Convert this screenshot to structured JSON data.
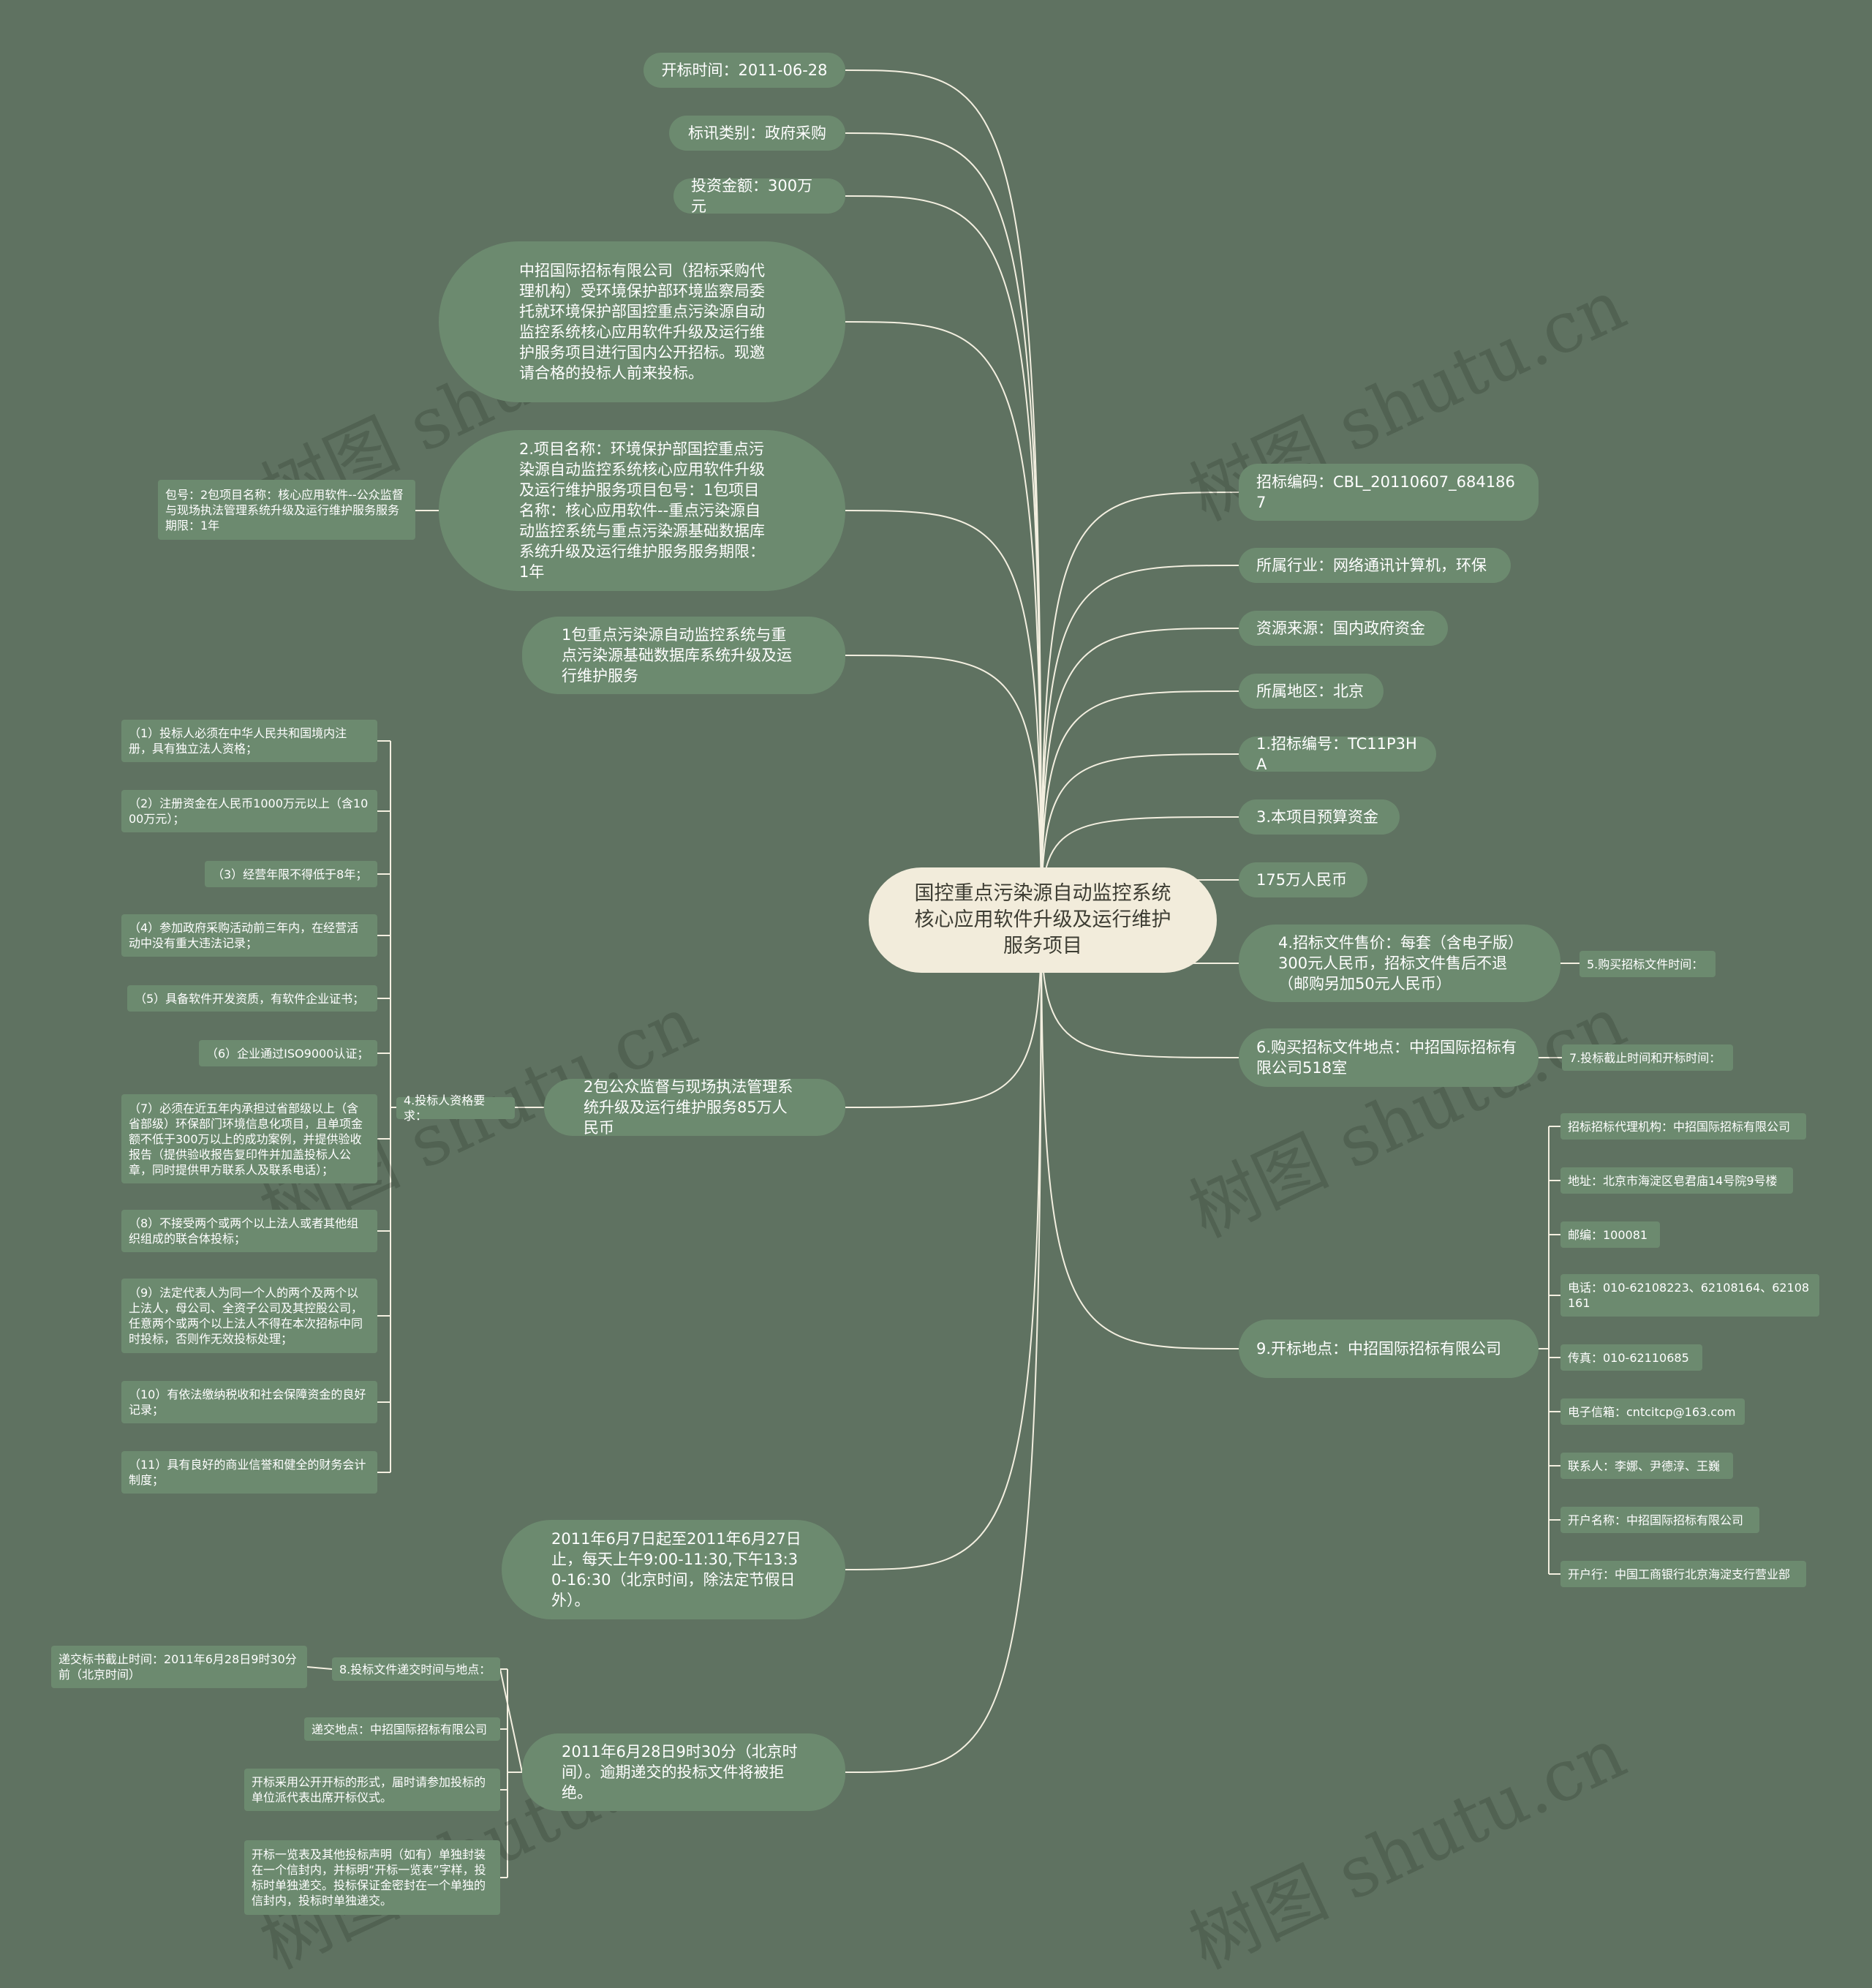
{
  "root": "国控重点污染源自动监控系统核心应用软件升级及运行维护服务项目",
  "watermark": "树图 shutu.cn",
  "left": {
    "open_date": "开标时间：2011-06-28",
    "category": "标讯类别：政府采购",
    "investment": "投资金额：300万元",
    "intro": "中招国际招标有限公司（招标采购代理机构）受环境保护部环境监察局委托就环境保护部国控重点污染源自动监控系统核心应用软件升级及运行维护服务项目进行国内公开招标。现邀请合格的投标人前来投标。",
    "project_name": "2.项目名称：环境保护部国控重点污染源自动监控系统核心应用软件升级及运行维护服务项目包号：1包项目名称：核心应用软件--重点污染源自动监控系统与重点污染源基础数据库系统升级及运行维护服务服务期限：1年",
    "package2": "包号：2包项目名称：核心应用软件--公众监督与现场执法管理系统升级及运行维护服务服务期限：1年",
    "package1_budget": "1包重点污染源自动监控系统与重点污染源基础数据库系统升级及运行维护服务",
    "package2_budget": "2包公众监督与现场执法管理系统升级及运行维护服务85万人民币",
    "qual_label": "4.投标人资格要求：",
    "qualifications": [
      "（1）投标人必须在中华人民共和国境内注册，具有独立法人资格；",
      "（2）注册资金在人民币1000万元以上（含1000万元）；",
      "（3）经营年限不得低于8年；",
      "（4）参加政府采购活动前三年内，在经营活动中没有重大违法记录；",
      "（5）具备软件开发资质，有软件企业证书；",
      "（6）企业通过ISO9000认证；",
      "（7）必须在近五年内承担过省部级以上（含省部级）环保部门环境信息化项目，且单项金额不低于300万以上的成功案例，并提供验收报告（提供验收报告复印件并加盖投标人公章，同时提供甲方联系人及联系电话）；",
      "（8）不接受两个或两个以上法人或者其他组织组成的联合体投标；",
      "（9）法定代表人为同一个人的两个及两个以上法人，母公司、全资子公司及其控股公司，任意两个或两个以上法人不得在本次招标中同时投标，否则作无效投标处理；",
      "（10）有依法缴纳税收和社会保障资金的良好记录；",
      "（11）具有良好的商业信誉和健全的财务会计制度；"
    ],
    "sale_period": "2011年6月7日起至2011年6月27日止，每天上午9:00-11:30,下午13:30-16:30（北京时间，除法定节假日外）。",
    "deadline": "2011年6月28日9时30分（北京时间）。逾期递交的投标文件将被拒绝。",
    "submit_label": "8.投标文件递交时间与地点：",
    "submit_deadline": "递交标书截止时间：2011年6月28日9时30分前（北京时间）",
    "submit_place": "递交地点：中招国际招标有限公司",
    "open_form": "开标采用公开开标的形式，届时请参加投标的单位派代表出席开标仪式。",
    "envelope": "开标一览表及其他投标声明（如有）单独封装在一个信封内，并标明“开标一览表”字样，投标时单独递交。投标保证金密封在一个单独的信封内，投标时单独递交。"
  },
  "right": {
    "code": "招标编码：CBL_20110607_6841867",
    "industry": "所属行业：网络通讯计算机，环保",
    "fund_source": "资源来源：国内政府资金",
    "region": "所属地区：北京",
    "tender_no": "1.招标编号：TC11P3HA",
    "budget": "3.本项目预算资金",
    "budget_amount": "175万人民币",
    "doc_price": "4.招标文件售价：每套（含电子版）300元人民币，招标文件售后不退（邮购另加50元人民币）",
    "buy_time": "5.购买招标文件时间：",
    "buy_place": "6.购买招标文件地点：中招国际招标有限公司518室",
    "close_time": "7.投标截止时间和开标时间：",
    "open_place": "9.开标地点：中招国际招标有限公司",
    "agency": [
      "招标招标代理机构：中招国际招标有限公司",
      "地址：北京市海淀区皂君庙14号院9号楼",
      "邮编：100081",
      "电话：010-62108223、62108164、62108161",
      "传真：010-62110685",
      "电子信箱：cntcitcp@163.com",
      "联系人：李娜、尹德淳、王巍",
      "开户名称：中招国际招标有限公司",
      "开户行：中国工商银行北京海淀支行营业部"
    ]
  },
  "colors": {
    "background": "#5f7261",
    "node": "#6c8a6f",
    "root": "#f2ecdb",
    "line": "#f3efe0"
  }
}
